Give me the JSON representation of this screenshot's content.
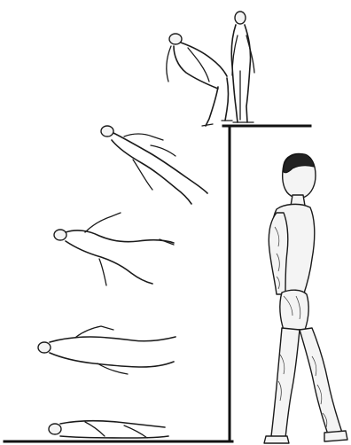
{
  "figure": {
    "panels": [
      "figure-standing-top",
      "figure-falling-1",
      "figure-falling-2",
      "figure-falling-3",
      "figure-falling-4",
      "figure-landed-ground",
      "figure-large-walking-man"
    ],
    "colors": {
      "line": "#1b1b1b",
      "background": "#ffffff",
      "skin": "#f4f4f4",
      "hair": "#222222"
    }
  }
}
